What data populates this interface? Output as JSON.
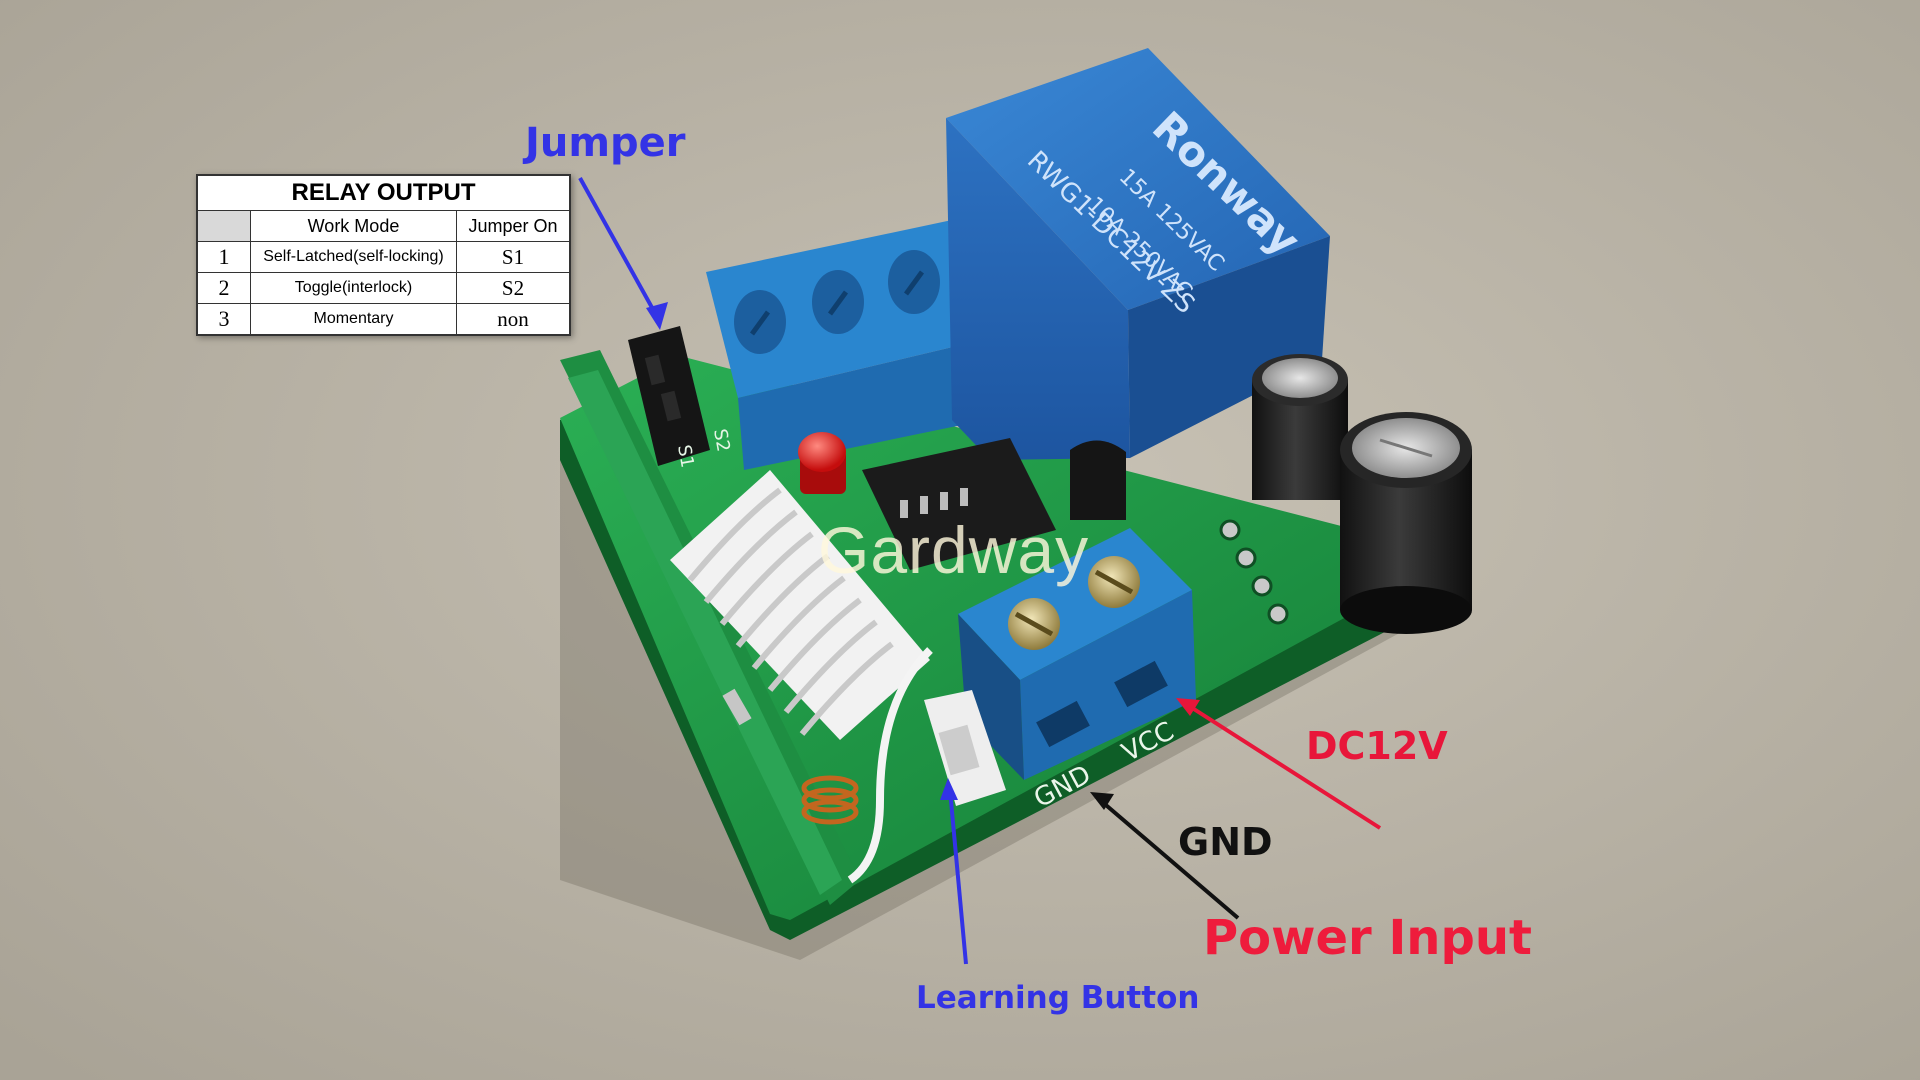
{
  "relay_table": {
    "title": "RELAY OUTPUT",
    "headers": [
      "",
      "Work Mode",
      "Jumper On"
    ],
    "rows": [
      {
        "num": "1",
        "mode": "Self-Latched(self-locking)",
        "jumper": "S1"
      },
      {
        "num": "2",
        "mode": "Toggle(interlock)",
        "jumper": "S2"
      },
      {
        "num": "3",
        "mode": "Momentary",
        "jumper": "non"
      }
    ]
  },
  "labels": {
    "jumper": "Jumper",
    "dc12v": "DC12V",
    "gnd": "GND",
    "power_input": "Power Input",
    "learning_button": "Learning Button"
  },
  "watermark": "Gardway",
  "relay": {
    "brand": "Ronway",
    "rating1": "15A 125VAC",
    "rating2": "10A 250VAC",
    "model": "RWG1-DC12V-ZS"
  },
  "silkscreen": {
    "vcc": "VCC",
    "gnd": "GND",
    "s1": "S1",
    "s2": "S2"
  },
  "colors": {
    "label_blue": "#3333e6",
    "label_red": "#e8163a",
    "label_black": "#111111",
    "pcb_green": "#1f9a45",
    "relay_blue": "#2f79c9",
    "terminal_blue": "#2a86cf",
    "background": "#b9b3a6"
  }
}
